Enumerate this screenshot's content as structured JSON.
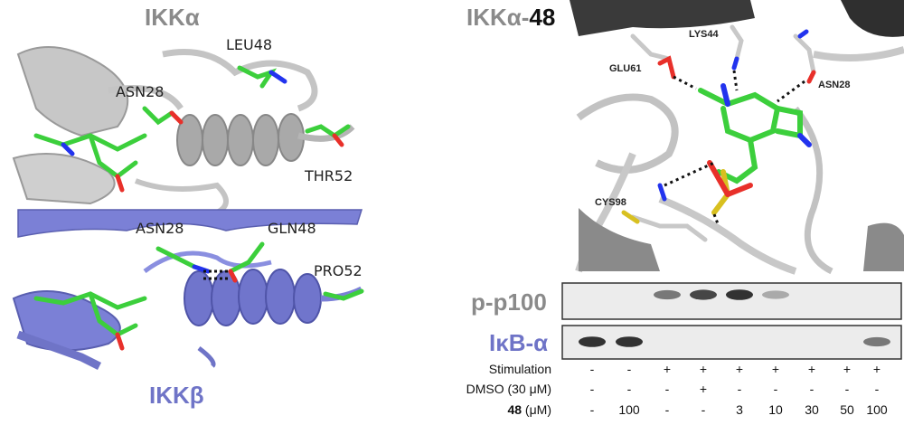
{
  "panels": {
    "ikka": {
      "title": "IKKα",
      "residues": [
        "LEU48",
        "ASN28",
        "THR52"
      ]
    },
    "ikkb": {
      "title": "IKKβ",
      "residues": [
        "ASN28",
        "GLN48",
        "PRO52"
      ]
    },
    "complex": {
      "title_prefix": "IKKα-",
      "title_ligand": "48",
      "residues": [
        "LYS44",
        "GLU61",
        "ASN28",
        "CYS98"
      ]
    }
  },
  "blots": {
    "bands": [
      "p-p100",
      "IκB-α"
    ],
    "lanes": 9,
    "p_p100_intensity": [
      0,
      0,
      0.55,
      0.8,
      0.9,
      0.3,
      0,
      0,
      0
    ],
    "ikba_intensity": [
      0.9,
      0.9,
      0,
      0,
      0,
      0,
      0,
      0,
      0.55
    ]
  },
  "table": {
    "rows": [
      {
        "label": "Stimulation",
        "values": [
          "-",
          "-",
          "+",
          "+",
          "+",
          "+",
          "+",
          "+",
          "+"
        ]
      },
      {
        "label": "DMSO (30 μM)",
        "values": [
          "-",
          "-",
          "-",
          "+",
          "-",
          "-",
          "-",
          "-",
          "-"
        ]
      },
      {
        "label_bold": "48",
        "label_rest": " (μM)",
        "values": [
          "-",
          "100",
          "-",
          "-",
          "3",
          "10",
          "30",
          "50",
          "100"
        ]
      }
    ]
  },
  "colors": {
    "ikka_ribbon": "#b8b8b8",
    "ikkb_ribbon": "#7b80d6",
    "carbon": "#3ccf3c",
    "nitrogen": "#2233ee",
    "oxygen": "#e8302a",
    "sulfur": "#d8c020"
  }
}
